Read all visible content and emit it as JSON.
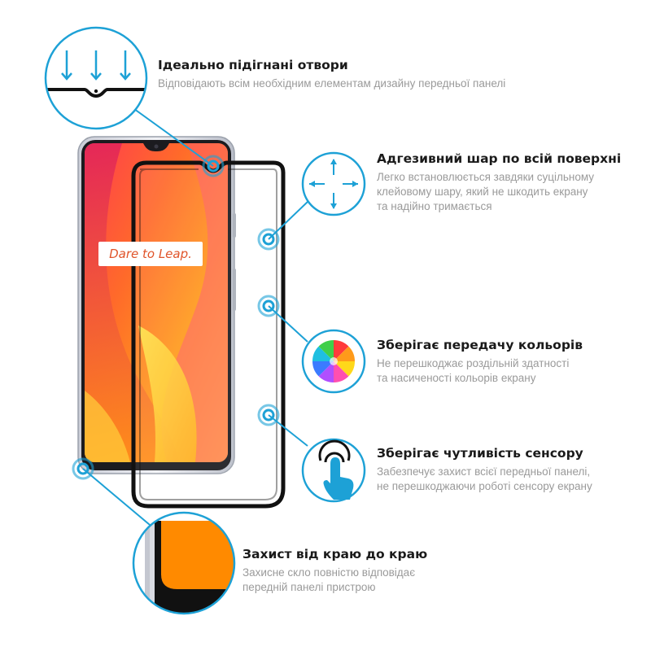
{
  "accent_color": "#1da1d6",
  "screen_gradient": [
    "#ff4b3e",
    "#ffa51f",
    "#ffe23a"
  ],
  "phone": {
    "wallpaper_text": "Dare to Leap."
  },
  "features": [
    {
      "title": "Ідеально підігнані отвори",
      "desc": [
        "Відповідають всім необхідним елементам дизайну передньої панелі"
      ],
      "icon": "down-arrows-notch-icon"
    },
    {
      "title": "Адгезивний шар по всій поверхні",
      "desc": [
        "Легко встановлюється завдяки суцільному",
        "клейовому шару, який не шкодить екрану",
        "та надійно тримається"
      ],
      "icon": "four-arrows-icon"
    },
    {
      "title": "Зберігає передачу кольорів",
      "desc": [
        "Не перешкоджає роздільній здатності",
        "та насиченості кольорів екрану"
      ],
      "icon": "color-wheel-icon"
    },
    {
      "title": "Зберігає чутливість сенсору",
      "desc": [
        "Забезпечує захист всієї передньої панелі,",
        "не перешкоджаючи роботі сенсору екрану"
      ],
      "icon": "touch-finger-icon"
    },
    {
      "title": "Захист від краю до краю",
      "desc": [
        "Захисне скло повністю відповідає",
        "передній панелі пристрою"
      ],
      "icon": "edge-zoom-icon"
    }
  ]
}
